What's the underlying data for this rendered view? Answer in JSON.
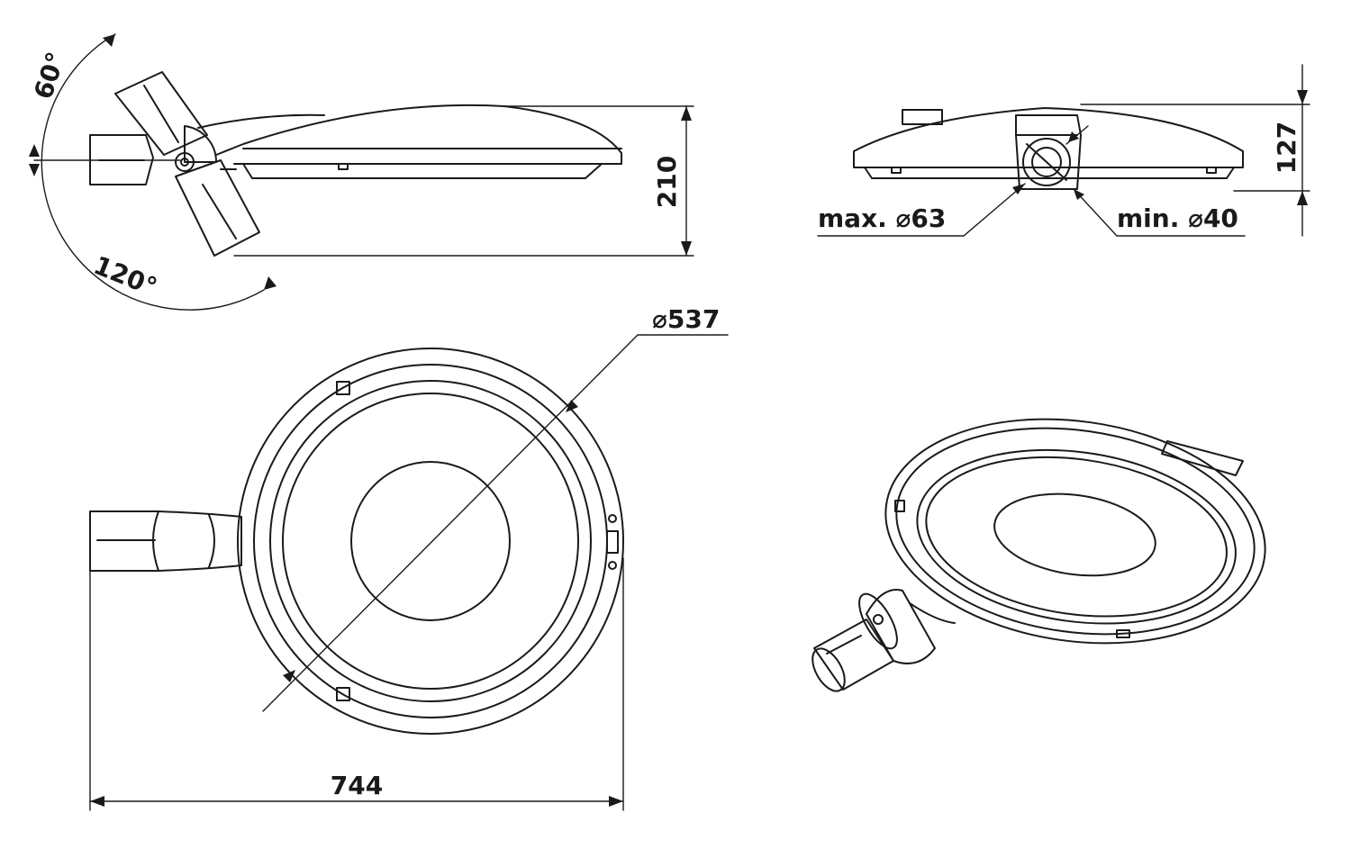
{
  "dimensions": {
    "angle_up": "60°",
    "angle_down": "120°",
    "side_height": "210",
    "front_height": "127",
    "max_diameter": "max. ⌀63",
    "min_diameter": "min. ⌀40",
    "lens_diameter": "⌀537",
    "overall_length": "744"
  }
}
